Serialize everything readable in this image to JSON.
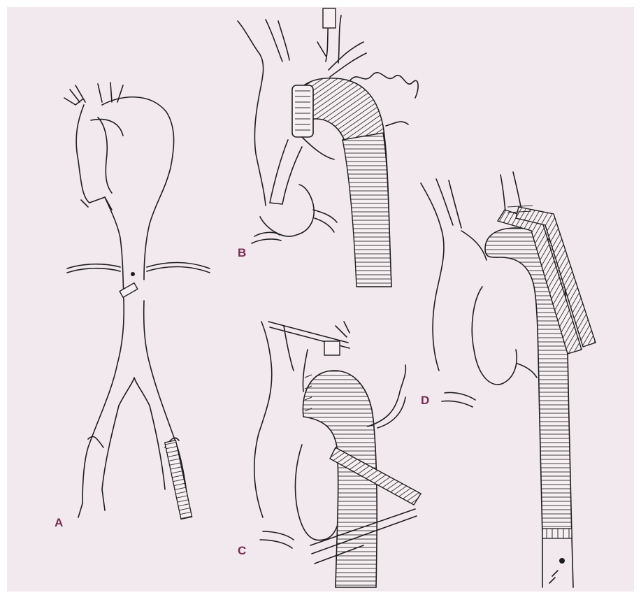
{
  "figure": {
    "background_color": "#f2e9ee",
    "ink_color": "#1e1e1e",
    "label_color": "#7a2a52",
    "panels": [
      {
        "label": "A"
      },
      {
        "label": "B"
      },
      {
        "label": "C"
      },
      {
        "label": "D"
      }
    ]
  }
}
